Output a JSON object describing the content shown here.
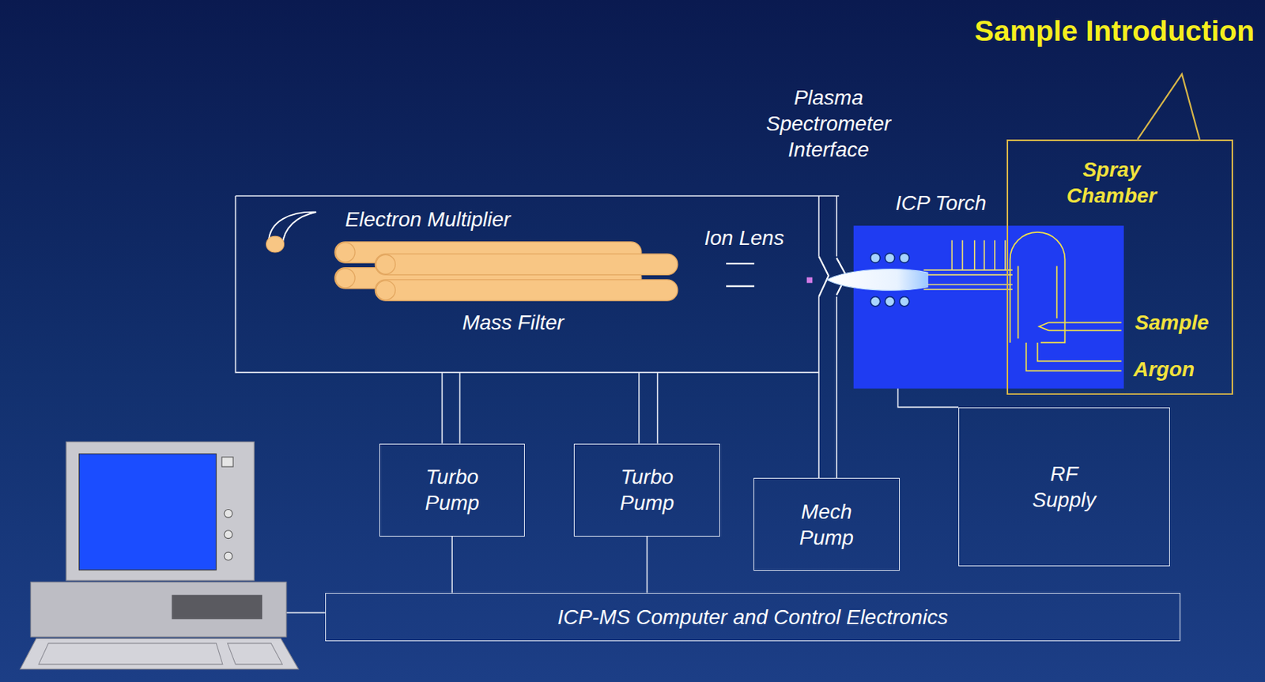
{
  "diagram": {
    "title": "Sample Introduction",
    "nodes": [
      {
        "text": [
          "Spray Chamber",
          "Sample",
          "Argon"
        ]
      },
      {
        "text": [
          "Turbo Pump"
        ]
      },
      {
        "text": [
          "Turbo Pump"
        ]
      },
      {
        "text": [
          "Mech Pump"
        ]
      },
      {
        "text": [
          "RF Supply"
        ]
      },
      {
        "text": [
          "ICP-MS Computer and Control Electronics"
        ]
      }
    ],
    "edges": [
      {
        "from": 1,
        "to": 5,
        "arrow": "none"
      },
      {
        "from": 2,
        "to": 5,
        "arrow": "none"
      }
    ],
    "labels": [
      "Plasma Spectrometer Interface",
      "ICP Torch",
      "Electron Multiplier",
      "Ion Lens",
      "Mass Filter"
    ]
  }
}
